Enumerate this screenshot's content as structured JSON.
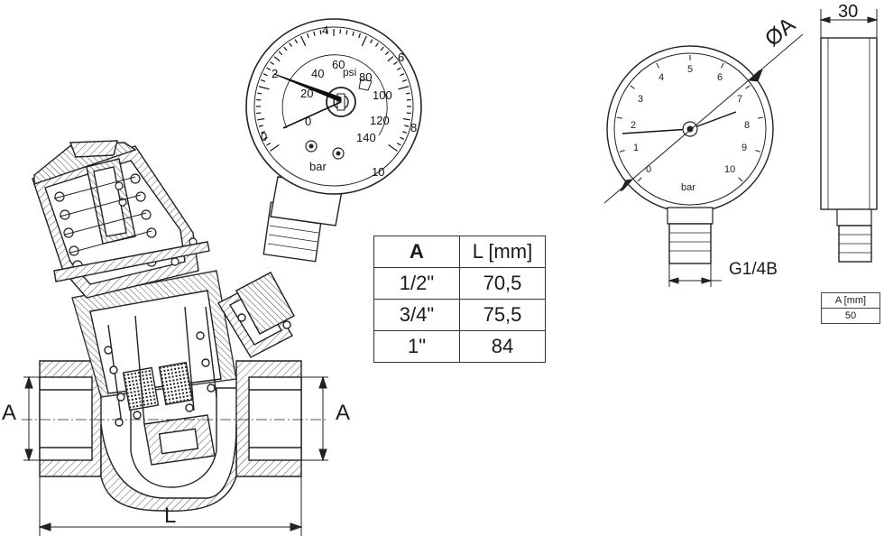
{
  "labels": {
    "a_left": "A",
    "a_right": "A",
    "length": "L",
    "diameter": "ØA",
    "depth": "30",
    "thread": "G1/4B",
    "bar_unit": "bar",
    "psi_unit": "psi"
  },
  "pressure_gauge_scale": {
    "bar": [
      "0",
      "2",
      "4",
      "6",
      "8",
      "10"
    ],
    "psi": [
      "0",
      "20",
      "40",
      "60",
      "80",
      "100",
      "120",
      "140"
    ]
  },
  "front_gauge_scale": [
    "0",
    "1",
    "2",
    "3",
    "4",
    "5",
    "6",
    "7",
    "8",
    "9",
    "10"
  ],
  "main_table": {
    "headers": [
      "A",
      "L [mm]"
    ],
    "rows": [
      [
        "1/2\"",
        "70,5"
      ],
      [
        "3/4\"",
        "75,5"
      ],
      [
        "1\"",
        "84"
      ]
    ]
  },
  "small_table": {
    "header": "A [mm]",
    "value": "50"
  }
}
